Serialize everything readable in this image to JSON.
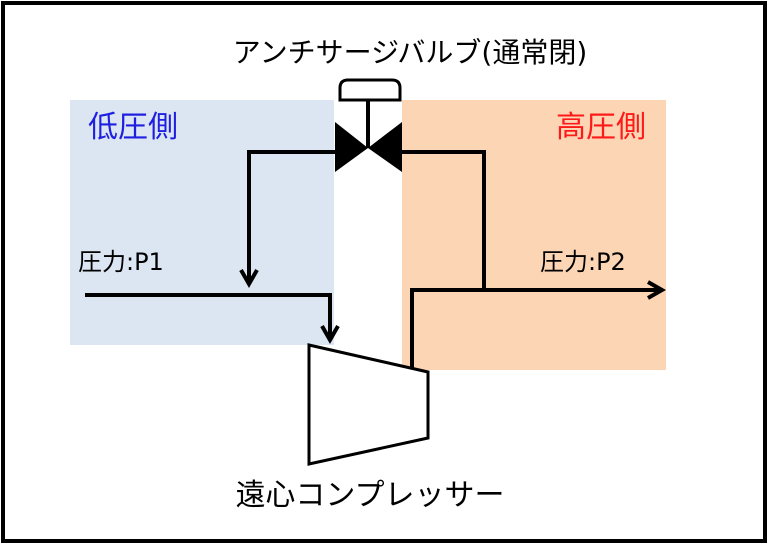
{
  "valve": {
    "label": "アンチサージバルブ(通常閉)"
  },
  "low_side": {
    "label": "低圧側",
    "pressure_label": "圧力:P1",
    "fill_color": "#dce6f2",
    "text_color": "#1f1fe0"
  },
  "high_side": {
    "label": "高圧側",
    "pressure_label": "圧力:P2",
    "fill_color": "#fcd5b5",
    "text_color": "#ff1a1a"
  },
  "compressor": {
    "label": "遠心コンプレッサー"
  },
  "colors": {
    "line": "#000000",
    "frame": "#000000",
    "background": "#ffffff"
  },
  "icons": {
    "valve": "valve-icon",
    "compressor": "compressor-icon"
  }
}
